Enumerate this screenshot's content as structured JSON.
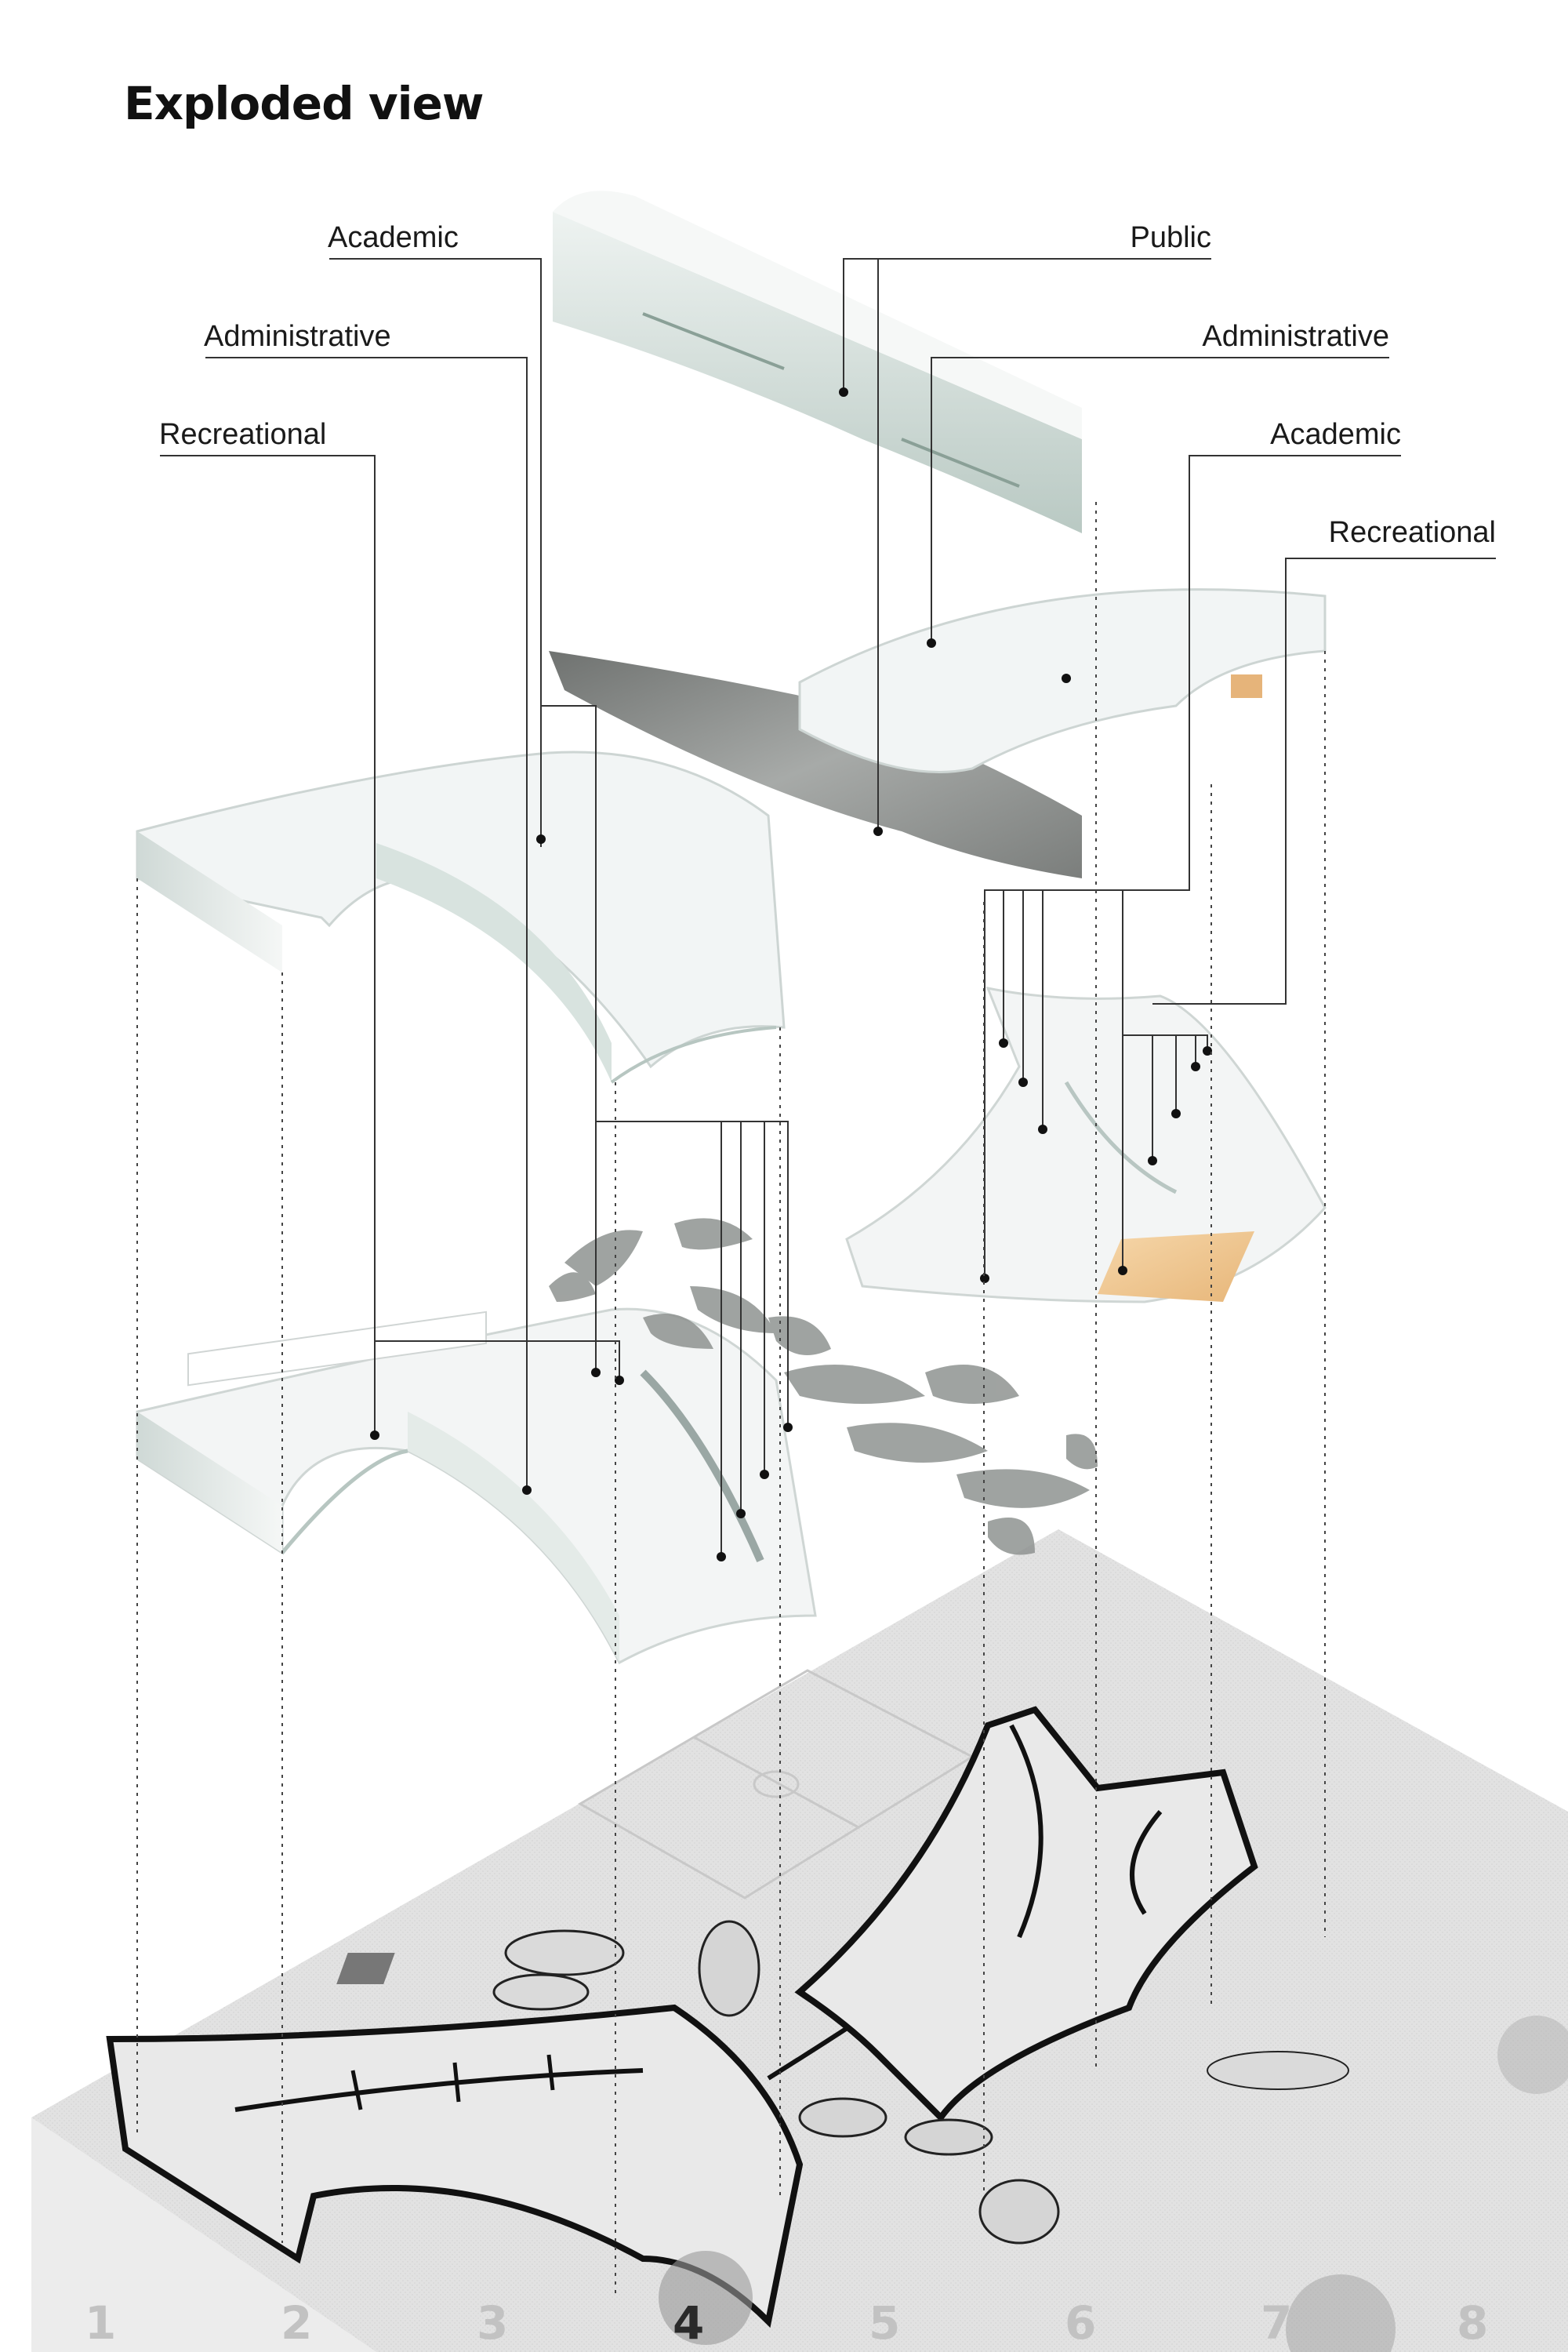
{
  "title": "Exploded view",
  "labels": {
    "left": [
      "Academic",
      "Administrative",
      "Recreational"
    ],
    "right": [
      "Public",
      "Administrative",
      "Academic",
      "Recreational"
    ]
  },
  "axis_numbers": [
    "1",
    "2",
    "3",
    "4",
    "5",
    "6",
    "7",
    "8"
  ],
  "active_axis": "4",
  "colors": {
    "roof_green": "#cfd9d5",
    "slab_white": "#f2f4f4",
    "auditorium_wood": "#f0c994",
    "public_gray": "#8e918f",
    "ground": "#dedede",
    "leader_line": "#333333"
  }
}
